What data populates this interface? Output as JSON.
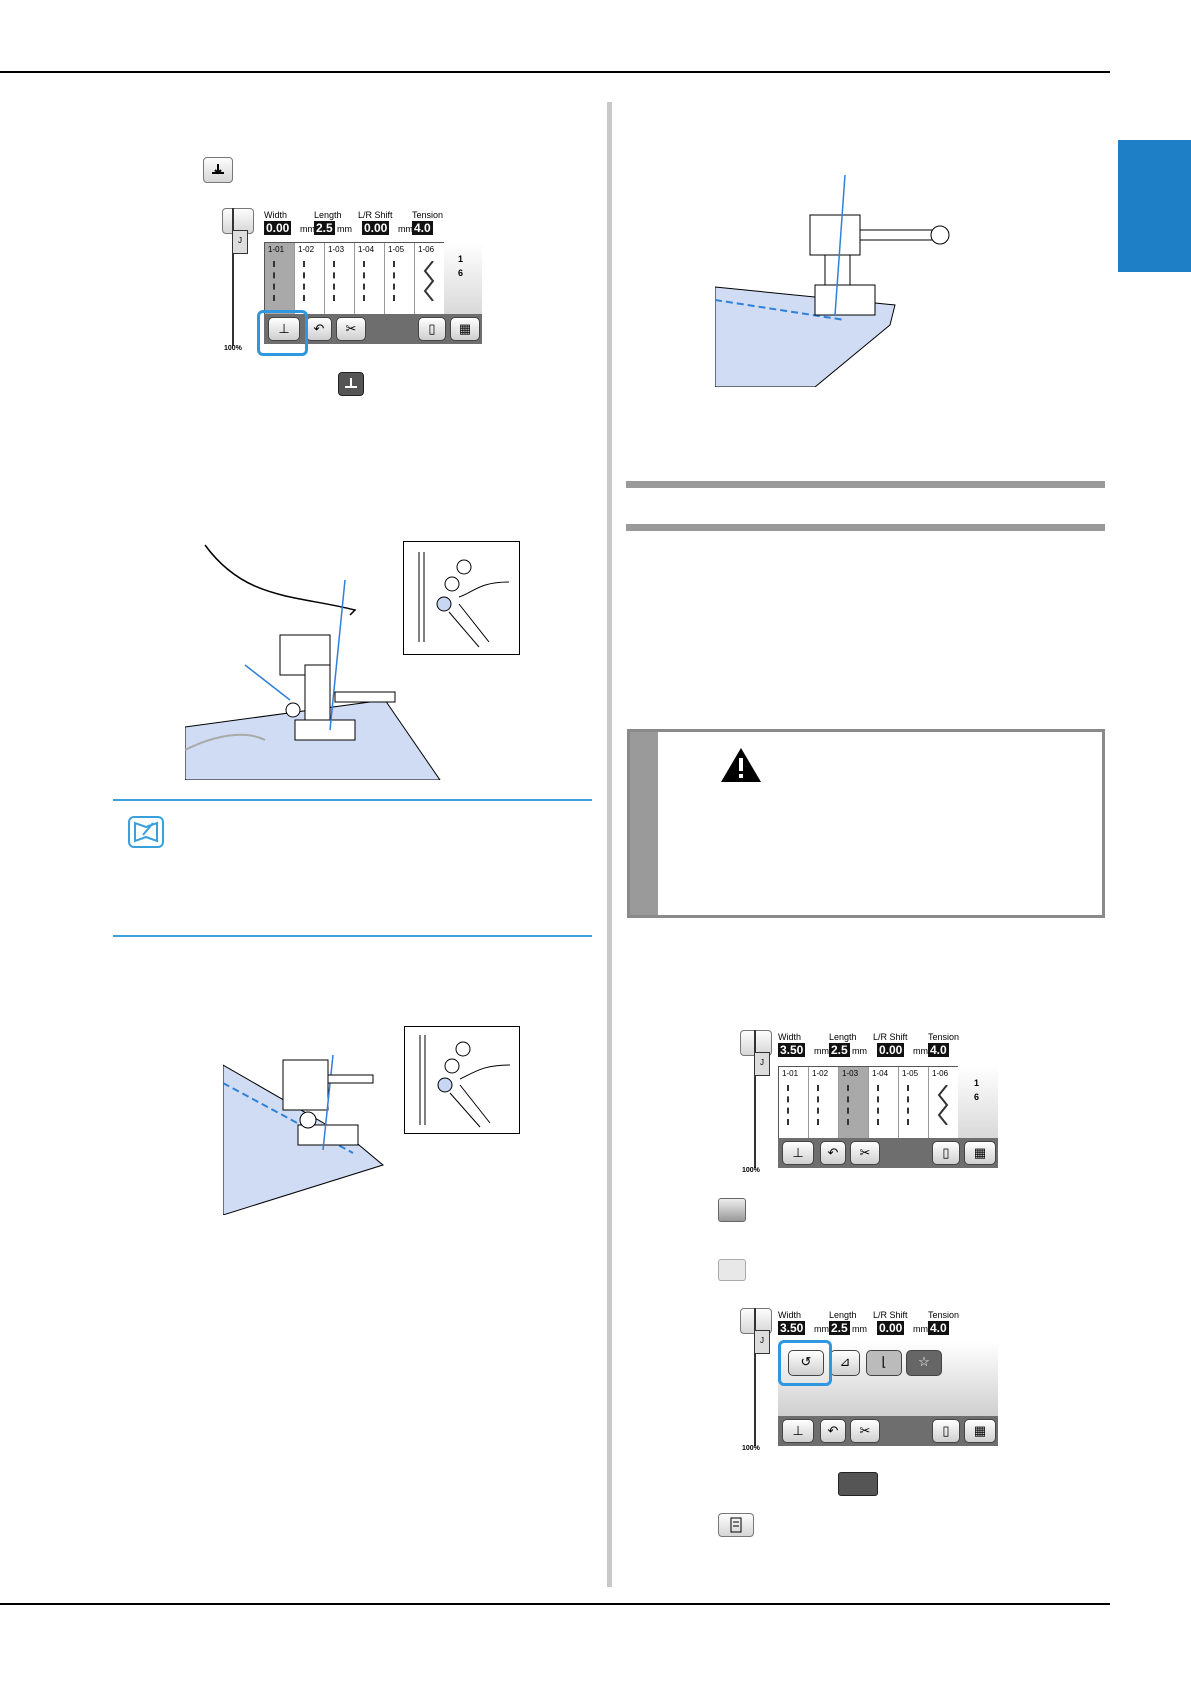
{
  "lcd": {
    "headers": {
      "width": "Width",
      "length": "Length",
      "shift": "L/R Shift",
      "tension": "Tension"
    },
    "unit_mm": "mm",
    "pct": "100%",
    "screen1": {
      "width": "0.00",
      "length": "2.5",
      "shift": "0.00",
      "tension": "4.0",
      "cells": [
        "1-01",
        "1-02",
        "1-03",
        "1-04",
        "1-05",
        "1-06"
      ],
      "page_num": "1",
      "page_den": "6"
    },
    "screen2": {
      "width": "3.50",
      "length": "2.5",
      "shift": "0.00",
      "tension": "4.0",
      "cells": [
        "1-01",
        "1-02",
        "1-03",
        "1-04",
        "1-05",
        "1-06"
      ],
      "page_num": "1",
      "page_den": "6"
    },
    "screen3": {
      "width": "3.50",
      "length": "2.5",
      "shift": "0.00",
      "tension": "4.0"
    }
  },
  "colors": {
    "accent": "#2f96e0",
    "tab": "#1e7fc6",
    "fabric": "#cfdcf3"
  },
  "icons": [
    "needle-position-icon",
    "reverse-stitch-icon",
    "thread-cutter-icon",
    "manual-icon",
    "utility-stitch-icon",
    "warning-icon",
    "memo-icon",
    "settings-icon"
  ]
}
